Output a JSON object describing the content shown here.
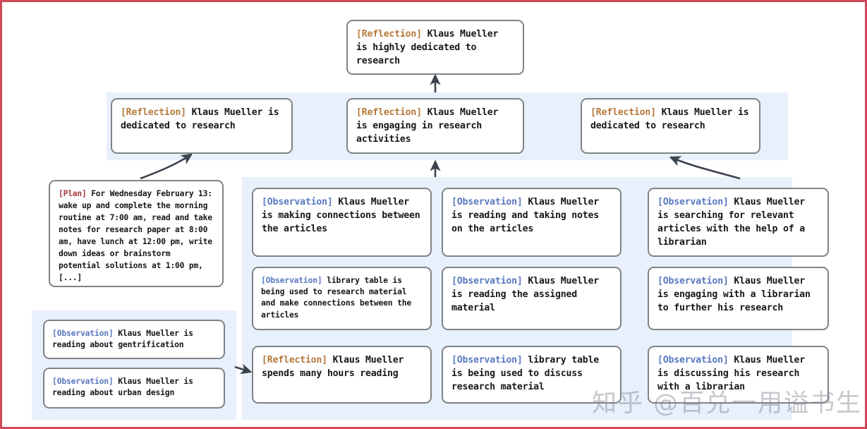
{
  "diagram": {
    "title": "Reflection tree for Klaus Mueller",
    "border_color": "#d1495b",
    "panel_color": "#e8f0fb",
    "node_border_color": "#808386",
    "tag_colors": {
      "reflection": "#b5793a",
      "observation": "#5878c0",
      "plan": "#a33a3a"
    }
  },
  "nodes": {
    "root": {
      "tag": "[Reflection]",
      "text": " Klaus Mueller is highly dedicated to research"
    },
    "mid_left": {
      "tag": "[Reflection]",
      "text": " Klaus Mueller is dedicated to research"
    },
    "mid_center": {
      "tag": "[Reflection]",
      "text": " Klaus Mueller is engaging in research activities"
    },
    "mid_right": {
      "tag": "[Reflection]",
      "text": " Klaus Mueller is dedicated to research"
    },
    "plan": {
      "tag": "[Plan]",
      "text": " For Wednesday February 13: wake up and complete the morning routine at 7:00 am, read and take notes for research paper at 8:00 am, have lunch at 12:00 pm, write down ideas or brainstorm potential solutions at 1:00 pm, [...]"
    },
    "left_obs_1": {
      "tag": "[Observation]",
      "text": " Klaus Mueller is reading about gentrification"
    },
    "left_obs_2": {
      "tag": "[Observation]",
      "text": " Klaus Mueller is reading about urban design"
    },
    "col2_1": {
      "tag": "[Observation]",
      "text": " Klaus Mueller is making connections between the articles"
    },
    "col2_2": {
      "tag": "[Observation]",
      "text": " library table is being used to research material and make connections between the articles"
    },
    "col2_3": {
      "tag": "[Reflection]",
      "text": " Klaus Mueller spends many hours reading"
    },
    "col3_1": {
      "tag": "[Observation]",
      "text": " Klaus Mueller is reading and taking notes on the articles"
    },
    "col3_2": {
      "tag": "[Observation]",
      "text": " Klaus Mueller is reading the assigned material"
    },
    "col3_3": {
      "tag": "[Observation]",
      "text": " library table is being used to discuss research material"
    },
    "col4_1": {
      "tag": "[Observation]",
      "text": " Klaus Mueller is searching for relevant articles with the help of a librarian"
    },
    "col4_2": {
      "tag": "[Observation]",
      "text": " Klaus Mueller is engaging with a librarian to further his research"
    },
    "col4_3": {
      "tag": "[Observation]",
      "text": " Klaus Mueller is discussing his research with a librarian"
    }
  },
  "watermark": {
    "text": "知乎 @百兑一用谥书生"
  }
}
